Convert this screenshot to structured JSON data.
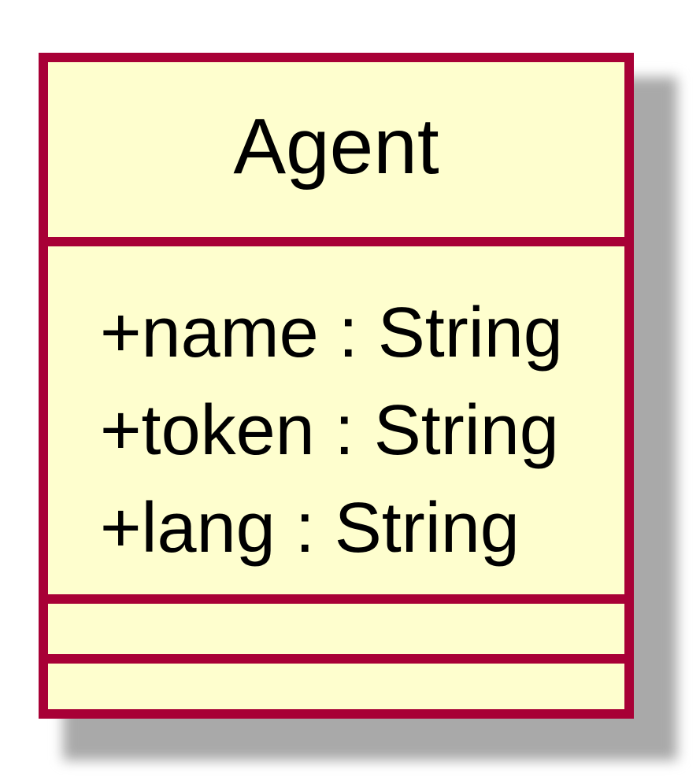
{
  "class": {
    "name": "Agent",
    "attributes": [
      "+name : String",
      "+token : String",
      "+lang : String"
    ]
  },
  "colors": {
    "background": "#fefece",
    "border": "#a80036",
    "shadow": "#a9a9a9",
    "text": "#000000"
  }
}
